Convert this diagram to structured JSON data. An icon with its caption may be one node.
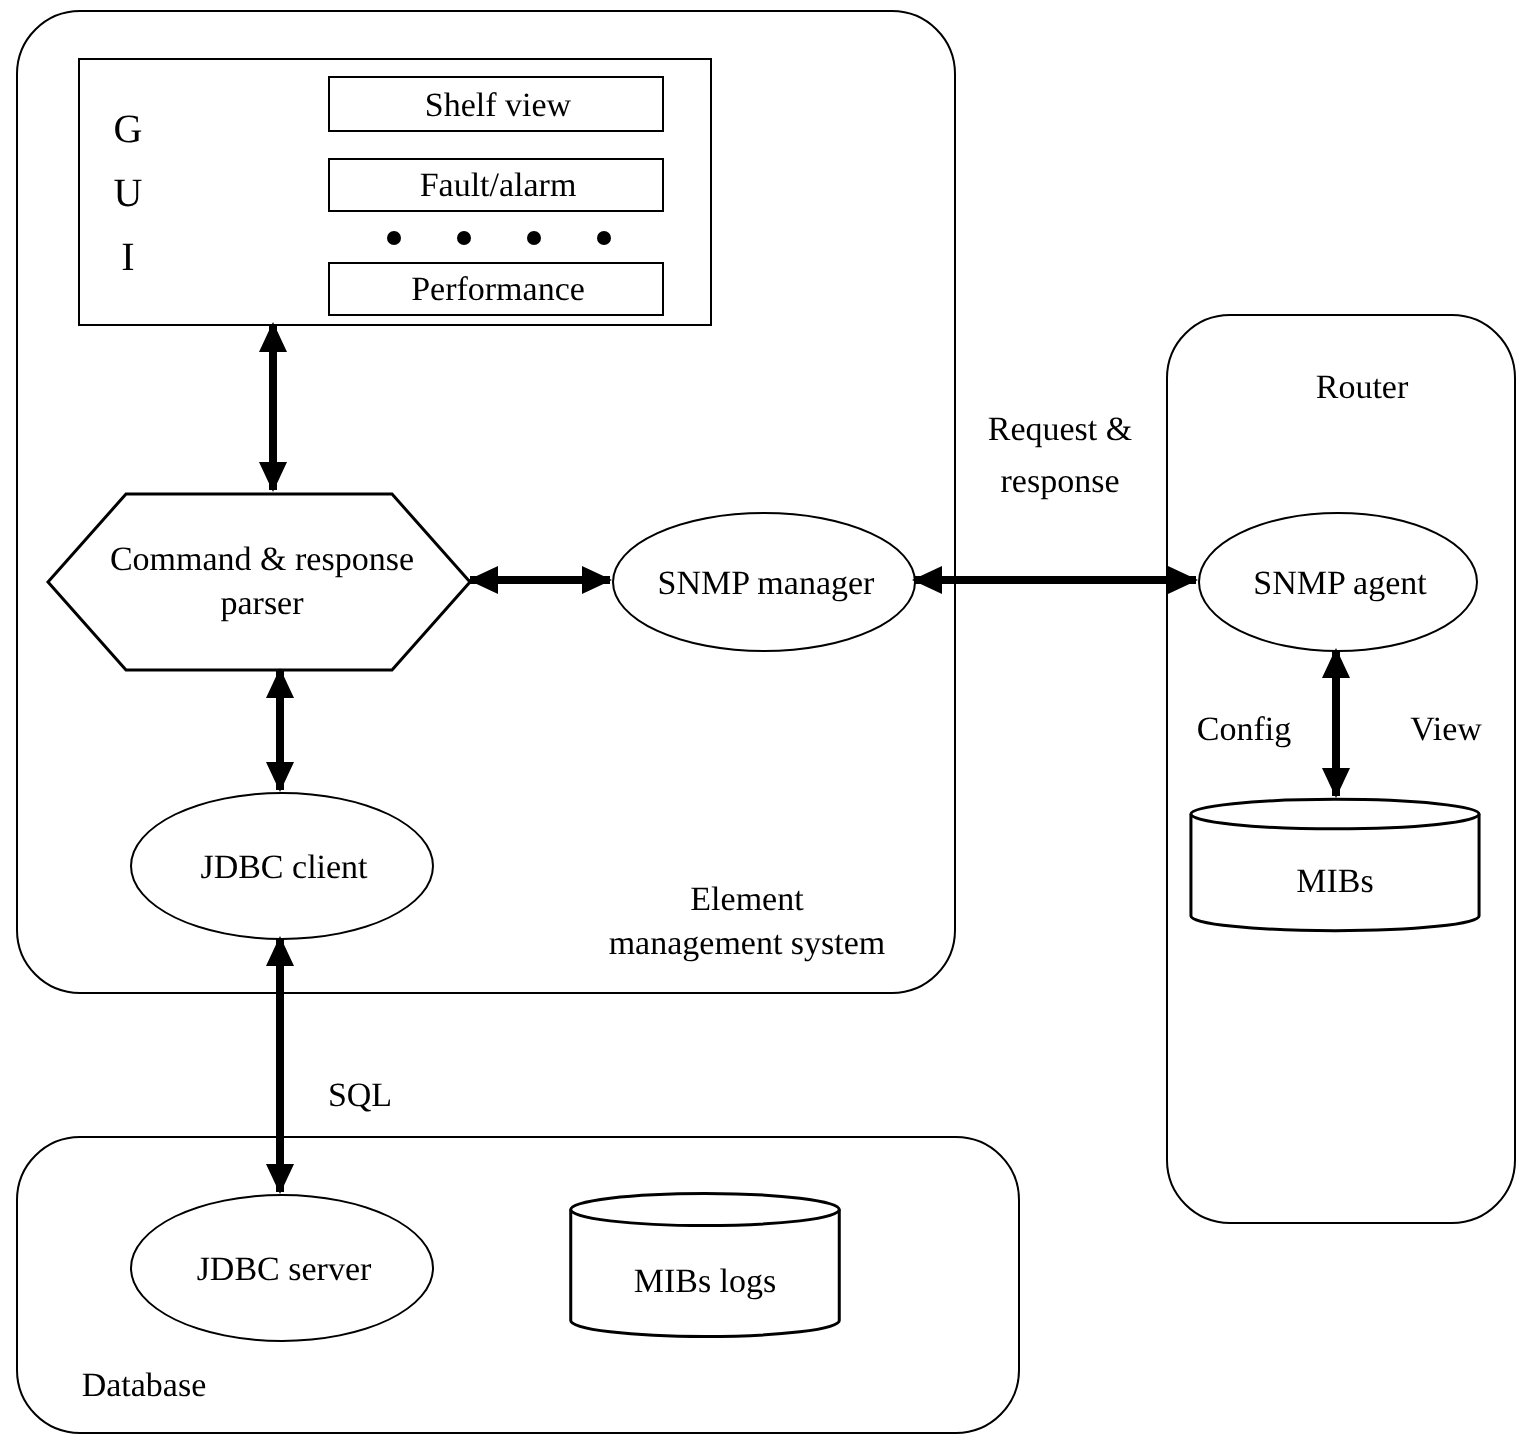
{
  "diagram": {
    "nodes": [
      {
        "text": [
          "Element management system"
        ]
      },
      {
        "text": [
          "GUI"
        ],
        "in": 0
      },
      {
        "text": [
          "Shelf view"
        ],
        "in": 1
      },
      {
        "text": [
          "Fault/alarm"
        ],
        "in": 1
      },
      {
        "text": [
          "Performance"
        ],
        "in": 1
      },
      {
        "text": [
          "Command & response parser"
        ],
        "in": 0
      },
      {
        "text": [
          "SNMP manager"
        ],
        "in": 0
      },
      {
        "text": [
          "JDBC client"
        ],
        "in": 0
      },
      {
        "text": [
          "Router"
        ]
      },
      {
        "text": [
          "SNMP agent"
        ],
        "in": 8
      },
      {
        "text": [
          "MIBs"
        ],
        "in": 8
      },
      {
        "text": [
          "Database"
        ]
      },
      {
        "text": [
          "JDBC server"
        ],
        "in": 11
      },
      {
        "text": [
          "MIBs logs"
        ],
        "in": 11
      }
    ],
    "edges": [
      {
        "from": 1,
        "to": 5,
        "arrow": "both"
      },
      {
        "from": 5,
        "to": 6,
        "arrow": "both"
      },
      {
        "from": 6,
        "to": 9,
        "arrow": "both",
        "label": "Request & response"
      },
      {
        "from": 5,
        "to": 7,
        "arrow": "both"
      },
      {
        "from": 7,
        "to": 12,
        "arrow": "both",
        "label": "SQL"
      },
      {
        "from": 9,
        "to": 10,
        "arrow": "both",
        "label": "Config"
      }
    ],
    "labels": [
      "View"
    ]
  }
}
